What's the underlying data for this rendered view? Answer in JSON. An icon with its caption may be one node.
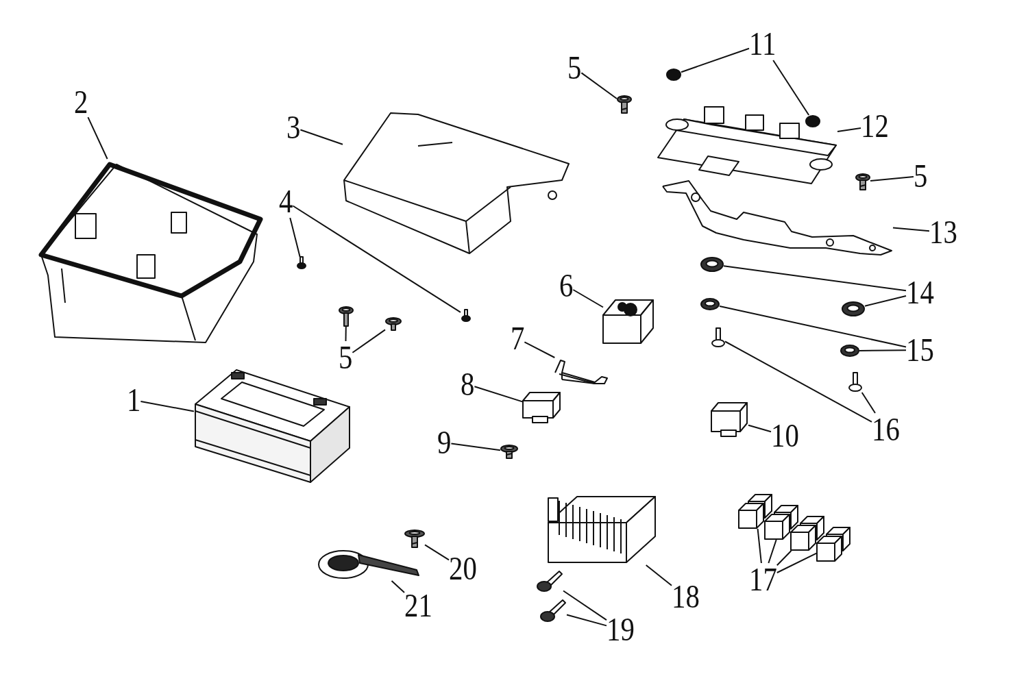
{
  "diagram": {
    "nodes": [
      {
        "text": [
          "1"
        ]
      },
      {
        "text": [],
        "shape": "picture"
      },
      {
        "text": [
          "2"
        ]
      },
      {
        "text": [],
        "shape": "picture"
      },
      {
        "text": [
          "3"
        ]
      },
      {
        "text": [],
        "shape": "picture"
      },
      {
        "text": [
          "4"
        ]
      },
      {
        "text": [],
        "shape": "picture"
      },
      {
        "text": [],
        "shape": "picture"
      },
      {
        "text": [
          "5"
        ]
      },
      {
        "text": [],
        "shape": "picture"
      },
      {
        "text": [],
        "shape": "picture"
      },
      {
        "text": [
          "5"
        ]
      },
      {
        "text": [],
        "shape": "picture"
      },
      {
        "text": [
          "6"
        ]
      },
      {
        "text": [],
        "shape": "picture"
      },
      {
        "text": [
          "7"
        ]
      },
      {
        "text": [],
        "shape": "picture"
      },
      {
        "text": [
          "8"
        ]
      },
      {
        "text": [],
        "shape": "picture"
      },
      {
        "text": [
          "9"
        ]
      },
      {
        "text": [],
        "shape": "picture"
      },
      {
        "text": [
          "10"
        ]
      },
      {
        "text": [],
        "shape": "picture"
      },
      {
        "text": [
          "11"
        ]
      },
      {
        "text": [],
        "shape": "circle"
      },
      {
        "text": [],
        "shape": "circle"
      },
      {
        "text": [
          "12"
        ]
      },
      {
        "text": [],
        "shape": "picture"
      },
      {
        "text": [
          "5"
        ]
      },
      {
        "text": [],
        "shape": "picture"
      },
      {
        "text": [
          "13"
        ]
      },
      {
        "text": [],
        "shape": "picture"
      },
      {
        "text": [
          "14"
        ]
      },
      {
        "text": [],
        "shape": "picture"
      },
      {
        "text": [],
        "shape": "picture"
      },
      {
        "text": [
          "15"
        ]
      },
      {
        "text": [],
        "shape": "picture"
      },
      {
        "text": [],
        "shape": "picture"
      },
      {
        "text": [
          "16"
        ]
      },
      {
        "text": [],
        "shape": "picture"
      },
      {
        "text": [],
        "shape": "picture"
      },
      {
        "text": [
          "17"
        ]
      },
      {
        "text": [],
        "shape": "picture"
      },
      {
        "text": [],
        "shape": "picture"
      },
      {
        "text": [],
        "shape": "picture"
      },
      {
        "text": [],
        "shape": "picture"
      },
      {
        "text": [
          "18"
        ]
      },
      {
        "text": [],
        "shape": "picture"
      },
      {
        "text": [
          "19"
        ]
      },
      {
        "text": [],
        "shape": "picture"
      },
      {
        "text": [],
        "shape": "picture"
      },
      {
        "text": [
          "20"
        ]
      },
      {
        "text": [],
        "shape": "picture"
      },
      {
        "text": [
          "21"
        ]
      },
      {
        "text": [],
        "shape": "picture"
      }
    ],
    "edges": [
      {
        "from": 0,
        "to": 1,
        "arrow": "none"
      },
      {
        "from": 2,
        "to": 3,
        "arrow": "none"
      },
      {
        "from": 4,
        "to": 5,
        "arrow": "none"
      },
      {
        "from": 6,
        "to": 7,
        "arrow": "none"
      },
      {
        "from": 6,
        "to": 8,
        "arrow": "none"
      },
      {
        "from": 9,
        "to": 10,
        "arrow": "none"
      },
      {
        "from": 9,
        "to": 11,
        "arrow": "none"
      },
      {
        "from": 12,
        "to": 13,
        "arrow": "none"
      },
      {
        "from": 14,
        "to": 15,
        "arrow": "none"
      },
      {
        "from": 16,
        "to": 17,
        "arrow": "none"
      },
      {
        "from": 18,
        "to": 19,
        "arrow": "none"
      },
      {
        "from": 20,
        "to": 21,
        "arrow": "none"
      },
      {
        "from": 22,
        "to": 23,
        "arrow": "none"
      },
      {
        "from": 24,
        "to": 25,
        "arrow": "none"
      },
      {
        "from": 24,
        "to": 26,
        "arrow": "none"
      },
      {
        "from": 27,
        "to": 28,
        "arrow": "none"
      },
      {
        "from": 29,
        "to": 30,
        "arrow": "none"
      },
      {
        "from": 31,
        "to": 32,
        "arrow": "none"
      },
      {
        "from": 33,
        "to": 34,
        "arrow": "none"
      },
      {
        "from": 33,
        "to": 35,
        "arrow": "none"
      },
      {
        "from": 36,
        "to": 37,
        "arrow": "none"
      },
      {
        "from": 36,
        "to": 38,
        "arrow": "none"
      },
      {
        "from": 39,
        "to": 40,
        "arrow": "none"
      },
      {
        "from": 39,
        "to": 41,
        "arrow": "none"
      },
      {
        "from": 42,
        "to": 43,
        "arrow": "none"
      },
      {
        "from": 42,
        "to": 44,
        "arrow": "none"
      },
      {
        "from": 42,
        "to": 45,
        "arrow": "none"
      },
      {
        "from": 42,
        "to": 46,
        "arrow": "none"
      },
      {
        "from": 47,
        "to": 48,
        "arrow": "none"
      },
      {
        "from": 49,
        "to": 50,
        "arrow": "none"
      },
      {
        "from": 49,
        "to": 51,
        "arrow": "none"
      },
      {
        "from": 52,
        "to": 53,
        "arrow": "none"
      },
      {
        "from": 54,
        "to": 55,
        "arrow": "none"
      }
    ]
  }
}
